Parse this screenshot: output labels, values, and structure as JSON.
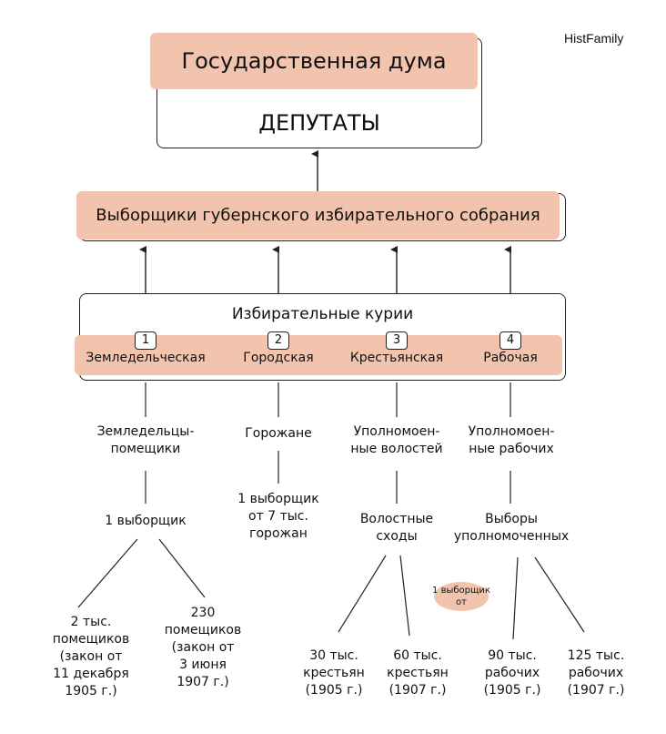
{
  "brand": "HistFamily",
  "duma": {
    "title": "Государственная дума",
    "subtitle": "ДЕПУТАТЫ"
  },
  "electors": "Выборщики губернского избирательного собрания",
  "curiae": {
    "title": "Избирательные курии",
    "items": [
      {
        "num": "1",
        "name": "Земледельческая"
      },
      {
        "num": "2",
        "name": "Городская"
      },
      {
        "num": "3",
        "name": "Крестьянская"
      },
      {
        "num": "4",
        "name": "Рабочая"
      }
    ]
  },
  "col1": {
    "voters": [
      "Земледельцы-",
      "помещики"
    ],
    "quota": "1 выборщик",
    "left": [
      "2 тыс.",
      "помещиков",
      "(закон от",
      "11 декабря",
      "1905 г.)"
    ],
    "right": [
      "230",
      "помещиков",
      "(закон от",
      "3 июня",
      "1907 г.)"
    ]
  },
  "col2": {
    "voters": [
      "Горожане"
    ],
    "quota": [
      "1 выборщик",
      "от 7 тыс.",
      "горожан"
    ]
  },
  "col3": {
    "voters": [
      "Уполномоен-",
      "ные волостей"
    ],
    "stage": [
      "Волостные",
      "сходы"
    ],
    "left": [
      "30 тыс.",
      "крестьян",
      "(1905 г.)"
    ],
    "right": [
      "60 тыс.",
      "крестьян",
      "(1907 г.)"
    ]
  },
  "col4": {
    "voters": [
      "Уполномоен-",
      "ные рабочих"
    ],
    "stage": [
      "Выборы",
      "уполномоченных"
    ],
    "left": [
      "90 тыс.",
      "рабочих",
      "(1905 г.)"
    ],
    "right": [
      "125 тыс.",
      "рабочих",
      "(1907 г.)"
    ]
  },
  "ovalNote": [
    "1 выборщик",
    "от"
  ],
  "colors": {
    "accent": "#f2c4ad",
    "line": "#222222"
  }
}
